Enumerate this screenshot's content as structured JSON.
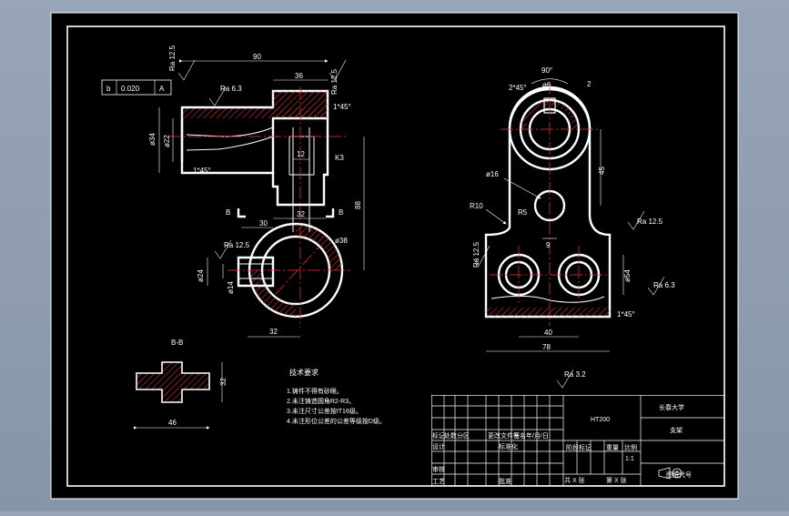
{
  "dims": {
    "d90": "90",
    "d36": "36",
    "d12": "12",
    "d30": "30",
    "d32a": "32",
    "d88": "88",
    "d45": "45",
    "d78": "78",
    "d40": "40",
    "d9": "9",
    "d32b": "32",
    "d46": "46",
    "d32c": "32",
    "phi34": "ø34",
    "phi22": "ø22",
    "phi38": "ø38",
    "phi24": "ø24",
    "phi14": "ø14",
    "phi16": "ø16",
    "phi6": "ø6",
    "phi54": "ø54",
    "r10": "R10",
    "r5": "R5",
    "ang90": "90°",
    "two45": "2*45°",
    "two": "2",
    "c45a": "1*45°",
    "c45b": "1*45°",
    "c45c": "1*45°",
    "k3": "K3"
  },
  "roughness": {
    "ra12_5_top": "Ra 12.5",
    "ra6_3_left": "Ra 6.3",
    "ra12_5_left2": "Ra 12.5",
    "ra12_5_right": "Ra 12.5",
    "ra12_5_side": "Ra 12.5",
    "ra6_3_right": "Ra 6.3",
    "ra3_2": "Ra 3.2",
    "ra_top_right": "Ra 12.5"
  },
  "tolerance": {
    "symbol": "b",
    "value": "0.020",
    "datum": "A"
  },
  "sections": {
    "b_left": "B",
    "b_right": "B",
    "bb_title": "B-B"
  },
  "notes": {
    "title": "技术要求",
    "items": [
      "1.铸件不得有砂眼。",
      "2.未注铸造圆角R2-R3。",
      "3.未注尺寸公差按IT16级。",
      "4.未注形位公差的公差等级按D级。"
    ]
  },
  "titleblock": {
    "material": "HT200",
    "school": "长春大学",
    "part_name": "支架",
    "drawing_no": "图纸代号",
    "h_marks": "标记",
    "h_count": "处数",
    "h_zone": "分区",
    "h_docno": "更改文件号",
    "h_sign": "签名",
    "h_date": "年/月/日",
    "r_design": "设计",
    "r_std": "标准化",
    "r_stage": "阶段标记",
    "r_weight": "重量",
    "r_scale": "比例",
    "r_scale_val": "1:1",
    "r_review": "审核",
    "r_process": "工艺",
    "r_approve": "批准",
    "sheets_total": "共 X 张",
    "sheet_no": "第 X 张"
  }
}
